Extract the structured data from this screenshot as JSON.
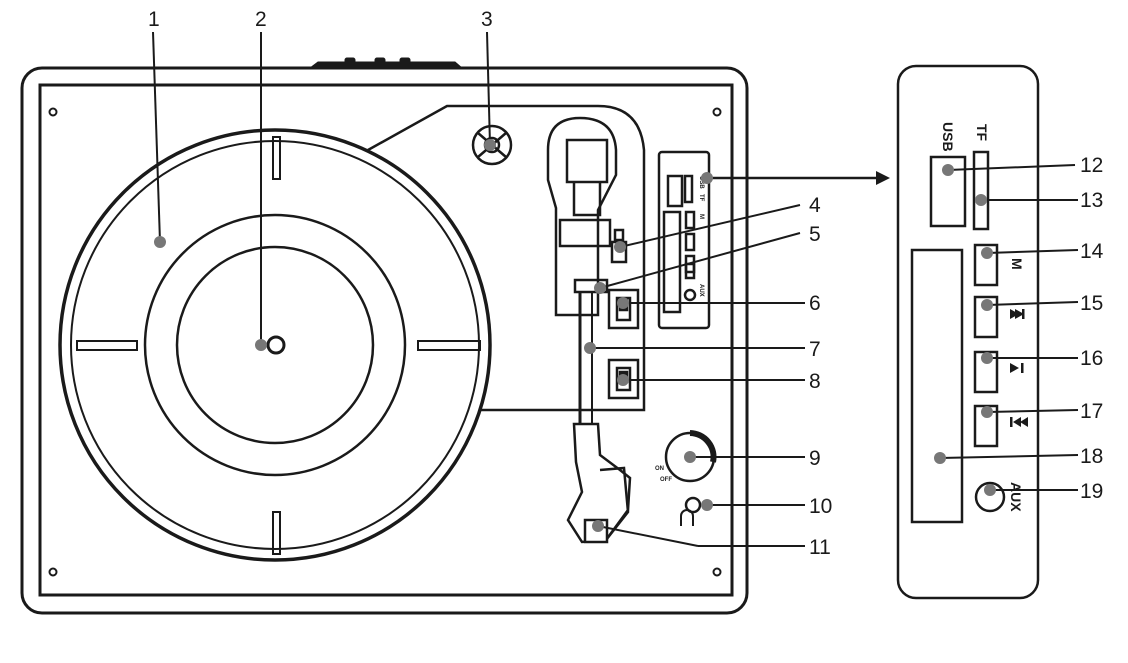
{
  "front_panel": {
    "power_labels": {
      "on": "ON",
      "off": "OFF"
    },
    "panel_labels": {
      "usb": "USB",
      "tf": "TF",
      "mode": "M",
      "aux": "AUX"
    }
  },
  "side_panel": {
    "labels": {
      "usb": "USB",
      "tf": "TF",
      "mode": "M",
      "aux": "AUX"
    }
  },
  "callouts": [
    {
      "id": "1",
      "label": "1"
    },
    {
      "id": "2",
      "label": "2"
    },
    {
      "id": "3",
      "label": "3"
    },
    {
      "id": "4",
      "label": "4"
    },
    {
      "id": "5",
      "label": "5"
    },
    {
      "id": "6",
      "label": "6"
    },
    {
      "id": "7",
      "label": "7"
    },
    {
      "id": "8",
      "label": "8"
    },
    {
      "id": "9",
      "label": "9"
    },
    {
      "id": "10",
      "label": "10"
    },
    {
      "id": "11",
      "label": "11"
    },
    {
      "id": "12",
      "label": "12"
    },
    {
      "id": "13",
      "label": "13"
    },
    {
      "id": "14",
      "label": "14"
    },
    {
      "id": "15",
      "label": "15"
    },
    {
      "id": "16",
      "label": "16"
    },
    {
      "id": "17",
      "label": "17"
    },
    {
      "id": "18",
      "label": "18"
    },
    {
      "id": "19",
      "label": "19"
    }
  ],
  "colors": {
    "line": "#1a1a1a",
    "dot": "#777777",
    "fill": "#ffffff"
  },
  "icons": [
    "play-pause-icon",
    "next-track-icon",
    "previous-track-icon",
    "headphone-icon",
    "arrow-icon"
  ]
}
